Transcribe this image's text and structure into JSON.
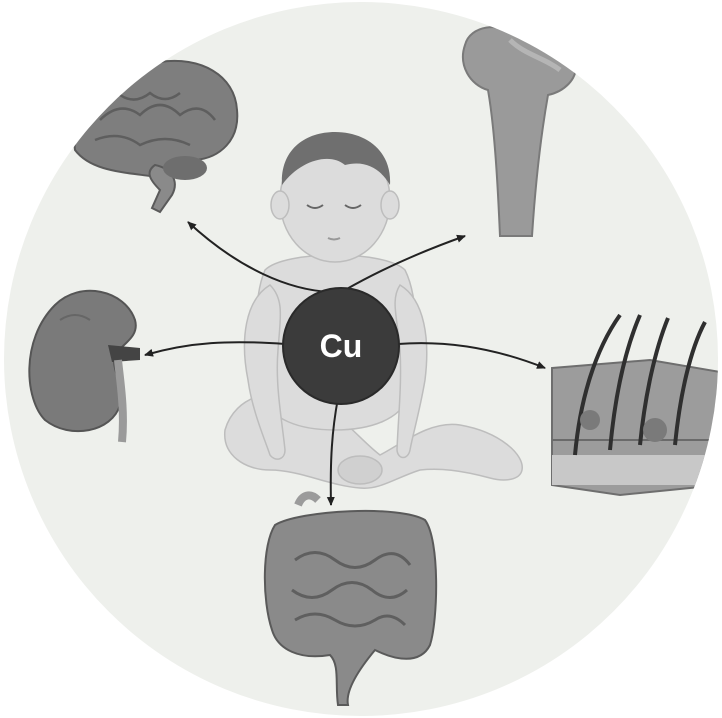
{
  "center": {
    "label": "Cu"
  },
  "organs": [
    {
      "name": "brain",
      "icon": "brain-icon"
    },
    {
      "name": "bone",
      "icon": "femur-bone-icon"
    },
    {
      "name": "kidney",
      "icon": "kidney-icon"
    },
    {
      "name": "skin",
      "icon": "skin-hair-icon"
    },
    {
      "name": "intestine",
      "icon": "intestine-icon"
    }
  ],
  "colors": {
    "background_disc": "#eef0ec",
    "center_circle": "#3b3b3b",
    "arrow": "#222222",
    "organ_fill": "#8c8c8c",
    "baby_fill": "#dcdcdc"
  }
}
